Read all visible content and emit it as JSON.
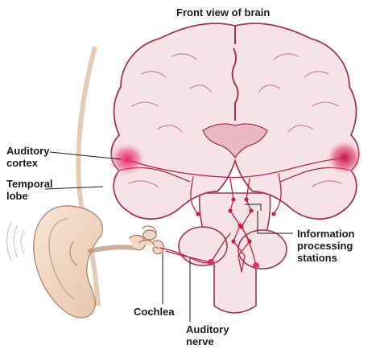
{
  "title": "Front view of brain",
  "labels": {
    "auditory_cortex": [
      "Auditory",
      "cortex"
    ],
    "temporal_lobe": [
      "Temporal",
      "lobe"
    ],
    "information_processing_stations": [
      "Information",
      "processing",
      "stations"
    ],
    "cochlea": [
      "Cochlea"
    ],
    "auditory_nerve": [
      "Auditory",
      "nerve"
    ]
  },
  "colors": {
    "background": "#ffffff",
    "brain_fill": "#f6e3e7",
    "brain_outline": "#a8344f",
    "pathway": "#c81e48",
    "hotspot": "#e0195a",
    "ear_fill": "#f3dcc9",
    "ear_outline": "#b98a6f",
    "label_text": "#1b1b1b",
    "leader_line": "#1b1b1b"
  }
}
